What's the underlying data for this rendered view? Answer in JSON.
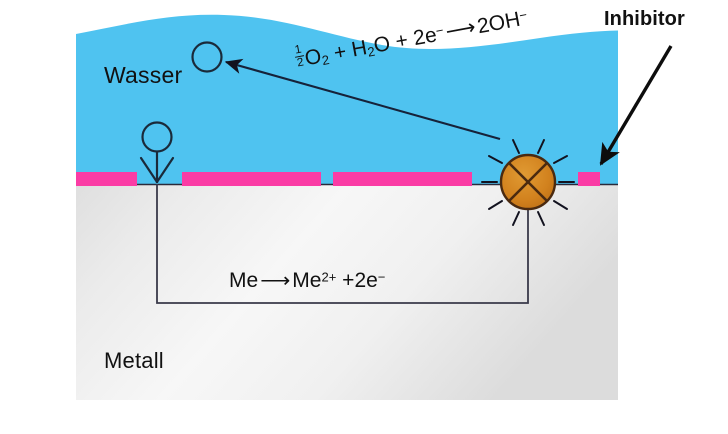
{
  "diagram": {
    "title_label": "Inhibitor",
    "regions": {
      "water_label": "Wasser",
      "metal_label": "Metall"
    },
    "colors": {
      "water": "#4FC3F0",
      "inhibitor_pink": "#FA3CA5",
      "anode_orange": "#D2821E",
      "anode_outline": "#4A2A10",
      "metal_light": "#F4F4F4",
      "metal_dark": "#DDDDDD",
      "line": "#1A1A2E",
      "text": "#111111"
    },
    "equations": {
      "cathodic": {
        "fraction_numerator": "1",
        "fraction_denominator": "2",
        "reactant_o2": "O",
        "reactant_o2_sub": "2",
        "plus_1": "+",
        "reactant_h2o_h": "H",
        "reactant_h2o_sub": "2",
        "reactant_h2o_o": "O",
        "plus_2": "+",
        "reactant_electrons": "2e",
        "reactant_electrons_sup": "−",
        "arrow": "⟶",
        "product": "2OH",
        "product_sup": "−",
        "plain_text": "½O₂ + H₂O + 2e⁻ ⟶ 2OH⁻"
      },
      "anodic": {
        "reactant": "Me",
        "arrow": "⟶",
        "product_ion": "Me",
        "product_ion_sup": "2+",
        "plus": "+",
        "product_electrons": "2e",
        "product_electrons_sup": "−",
        "plain_text": "Me ⟶ Me²⁺ + 2e⁻"
      }
    },
    "elements": {
      "oxygen_bubble_upper": "O2 molecule",
      "oxygen_bubble_lower": "O2 molecule arriving at bare metal",
      "anode_site": "corroding anodic pit",
      "inhibitor_segments_count": "4",
      "cathode_arrow": "downward arrow to bare metal gap",
      "inhibitor_pointer": "arrow from Inhibitor label to coating segment"
    }
  }
}
